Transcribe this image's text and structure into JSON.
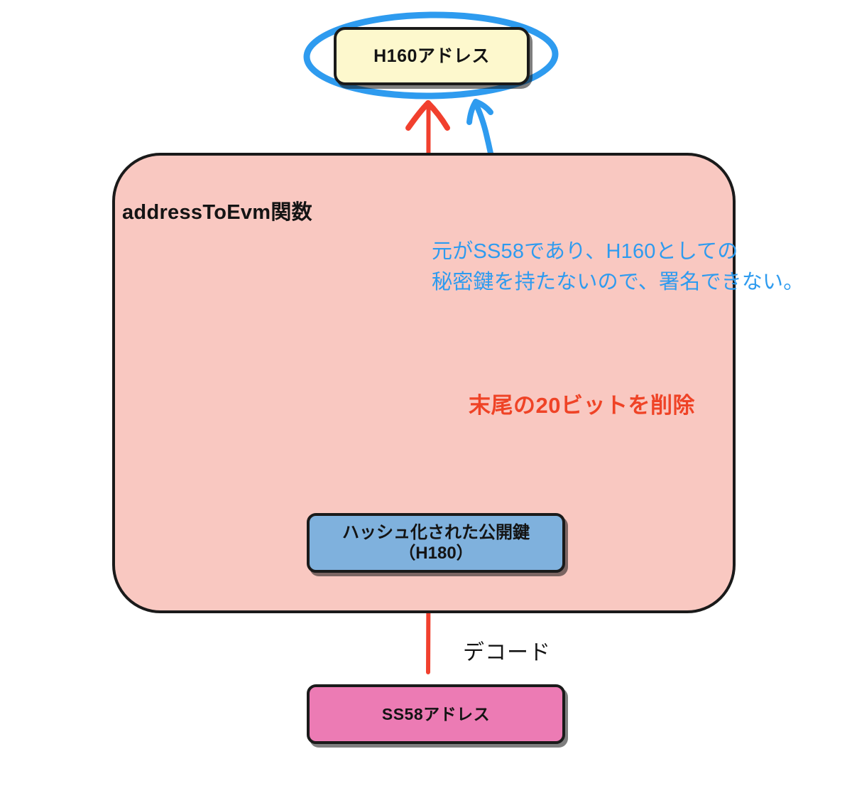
{
  "diagram": {
    "title_label": "addressToEvm関数",
    "nodes": {
      "h160": {
        "label": "H160アドレス"
      },
      "hashed_pubkey": {
        "line1": "ハッシュ化された公開鍵",
        "line2": "（H180）"
      },
      "ss58": {
        "label": "SS58アドレス"
      }
    },
    "annotations": {
      "blue_note_line1": "元がSS58であり、H160としての",
      "blue_note_line2": "秘密鍵を持たないので、署名できない。",
      "red_note": "末尾の20ビットを削除",
      "decode_label": "デコード"
    },
    "colors": {
      "container_fill": "#f9c8c1",
      "container_stroke": "#1a1a1a",
      "h160_fill": "#fdf8cd",
      "hashed_fill": "#7fb1dd",
      "ss58_fill": "#ec7bb4",
      "red_arrow": "#f1402e",
      "blue_arrow": "#2e9bef",
      "blue_text": "#2e9bef",
      "red_text": "#ef4326",
      "text": "#141414"
    }
  }
}
